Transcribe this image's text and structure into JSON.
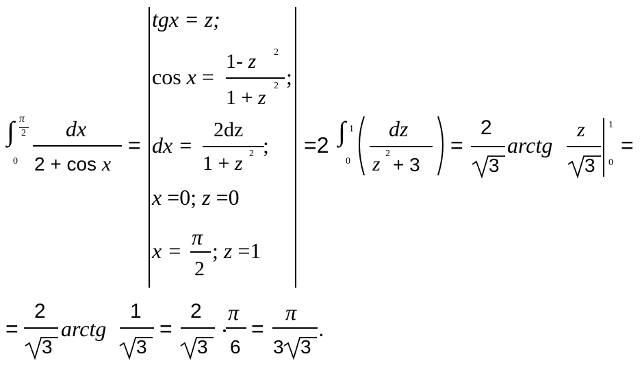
{
  "sub": {
    "tg_line": "tgx = z;",
    "cos_lhs": "cos x =",
    "cos_num": "1- z",
    "cos_den": "1 + z",
    "sq": "2",
    "semi": ";",
    "dx_lhs": "dx =",
    "dx_num": "2dz",
    "dx_den": "1 + z",
    "x0": "x = 0; z = 0",
    "x_eq": "x =",
    "pi": "π",
    "two": "2",
    "z1": "; z = 1"
  },
  "main": {
    "int_upper": "π",
    "int_upper_den": "2",
    "int_lower": "0",
    "lhs_num": "dx",
    "lhs_den": "2 + cos x",
    "eq": "=",
    "rhs_coef": "=2",
    "int2_upper": "1",
    "int2_lower": "0",
    "rhs_num": "dz",
    "rhs_den_z": "z",
    "rhs_den_rest": " + 3",
    "frac_num_2": "2",
    "sqrt3": "3",
    "arctg": "arctg",
    "z": "z",
    "eval_upper": "1",
    "eval_lower": "0",
    "trailing_eq": "="
  },
  "line2": {
    "eq1": "=",
    "num2": "2",
    "arctg": "arctg",
    "num1": "1",
    "eq2": "=",
    "dot": "·",
    "pi": "π",
    "six": "6",
    "eq3": "=",
    "den3": "3",
    "period": "."
  }
}
